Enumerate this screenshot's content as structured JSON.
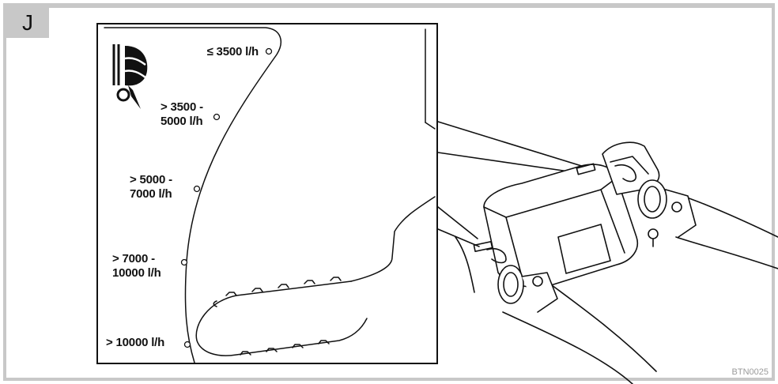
{
  "figure": {
    "letter": "J",
    "code": "BTN0025"
  },
  "flow_labels": [
    {
      "id": "lt3500",
      "lines": [
        "≤ 3500 l/h"
      ]
    },
    {
      "id": "3500to5000",
      "lines": [
        "> 3500 -",
        "5000 l/h"
      ]
    },
    {
      "id": "5000to7000",
      "lines": [
        "> 5000 -",
        "7000 l/h"
      ]
    },
    {
      "id": "7000to10000",
      "lines": [
        "> 7000 -",
        "10000 l/h"
      ]
    },
    {
      "id": "gt10000",
      "lines": [
        "> 10000 l/h"
      ]
    }
  ],
  "icons": {
    "flow_symbol": "water-flow-icon",
    "indicator_hole": "circle-marker-icon"
  },
  "colors": {
    "frame": "#c8c8c8",
    "ink": "#111111"
  }
}
